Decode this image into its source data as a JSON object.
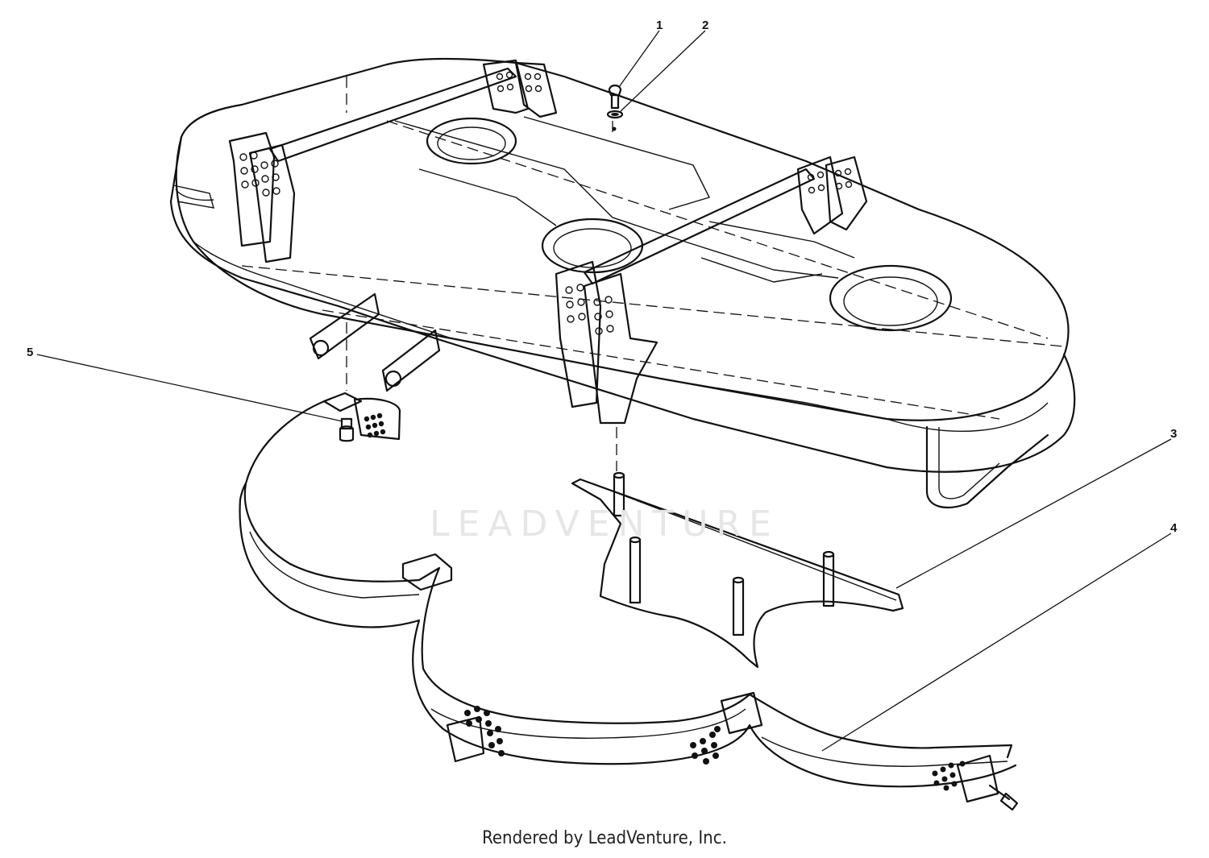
{
  "diagram": {
    "callouts": [
      {
        "id": "1",
        "label": "1"
      },
      {
        "id": "2",
        "label": "2"
      },
      {
        "id": "3",
        "label": "3"
      },
      {
        "id": "4",
        "label": "4"
      },
      {
        "id": "5",
        "label": "5"
      }
    ],
    "watermark": "LEADVENTURE",
    "footer_credit": "Rendered by LeadVenture, Inc."
  }
}
